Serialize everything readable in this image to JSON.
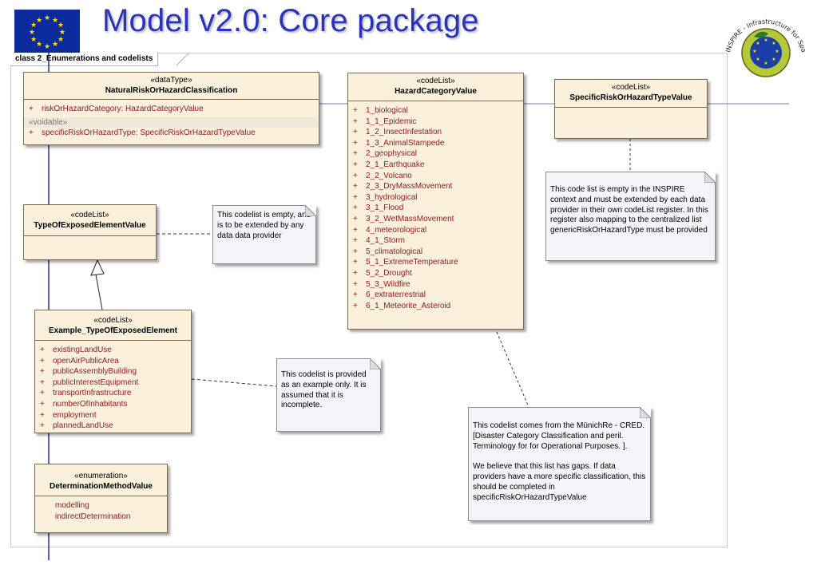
{
  "page": {
    "title": "Model v2.0: Core package",
    "frame_label": "class 2_Enumerations and codelists",
    "logo_text": "INSPIRE - Infrastructure for Spatial Information in Europe"
  },
  "colors": {
    "title": "#2b34b8",
    "class_fill": "#fbf0dc",
    "attribute_text": "#8b1a1a",
    "note_fill": "#f6f4fa",
    "eu_blue": "#0b2a9c",
    "eu_stars": "#ffdd00",
    "connector_blue": "#1f2f8f"
  },
  "classes": {
    "natural_risk": {
      "stereotype": "«dataType»",
      "name": "NaturalRiskOrHazardClassification",
      "attr1": "riskOrHazardCategory: HazardCategoryValue",
      "voidable": "«voidable»",
      "attr2": "specificRiskOrHazardType: SpecificRiskOrHazardTypeValue"
    },
    "hazard_category": {
      "stereotype": "«codeList»",
      "name": "HazardCategoryValue",
      "values": [
        "1_biological",
        "1_1_Epidemic",
        "1_2_InsectInfestation",
        "1_3_AnimalStampede",
        "2_geophysical",
        "2_1_Earthquake",
        "2_2_Volcano",
        "2_3_DryMassMovement",
        "3_hydrological",
        "3_1_Flood",
        "3_2_WetMassMovement",
        "4_meteorological",
        "4_1_Storm",
        "5_climatological",
        "5_1_ExtremeTemperature",
        "5_2_Drought",
        "5_3_Wildfire",
        "6_extraterrestrial",
        "6_1_Meteorite_Asteroid"
      ]
    },
    "specific_risk": {
      "stereotype": "«codeList»",
      "name": "SpecificRiskOrHazardTypeValue"
    },
    "type_exposed": {
      "stereotype": "«codeList»",
      "name": "TypeOfExposedElementValue"
    },
    "example_exposed": {
      "stereotype": "«codeList»",
      "name": "Example_TypeOfExposedElement",
      "values": [
        "existingLandUse",
        "openAirPublicArea",
        "publicAssemblyBuilding",
        "publicInterestEquipment",
        "transportInfrastructure",
        "numberOfInhabitants",
        "employment",
        "plannedLandUse"
      ]
    },
    "determination": {
      "stereotype": "«enumeration»",
      "name": "DeterminationMethodValue",
      "values": [
        "modelling",
        "indirectDetermination"
      ]
    }
  },
  "notes": {
    "type_exposed_note": "This codelist is empty, and is to be extended by any data data provider",
    "example_note": "This codelist is provided as an example only. It is assumed that it is incomplete.",
    "specific_note": "This code list is empty in the INSPIRE context and must be extended by each data provider in their own codeList register. In this register also mapping to the centralized list genericRiskOrHazardType must be provided",
    "munichre_note_1": "This codelist comes from the MünichRe - CRED. [Disaster Category Classification and peril. Terminology for for Operational Purposes. ].",
    "munichre_note_2": "We believe that this list has gaps. If data providers have a more specific classification, this should be completed in specificRiskOrHazardTypeValue"
  }
}
